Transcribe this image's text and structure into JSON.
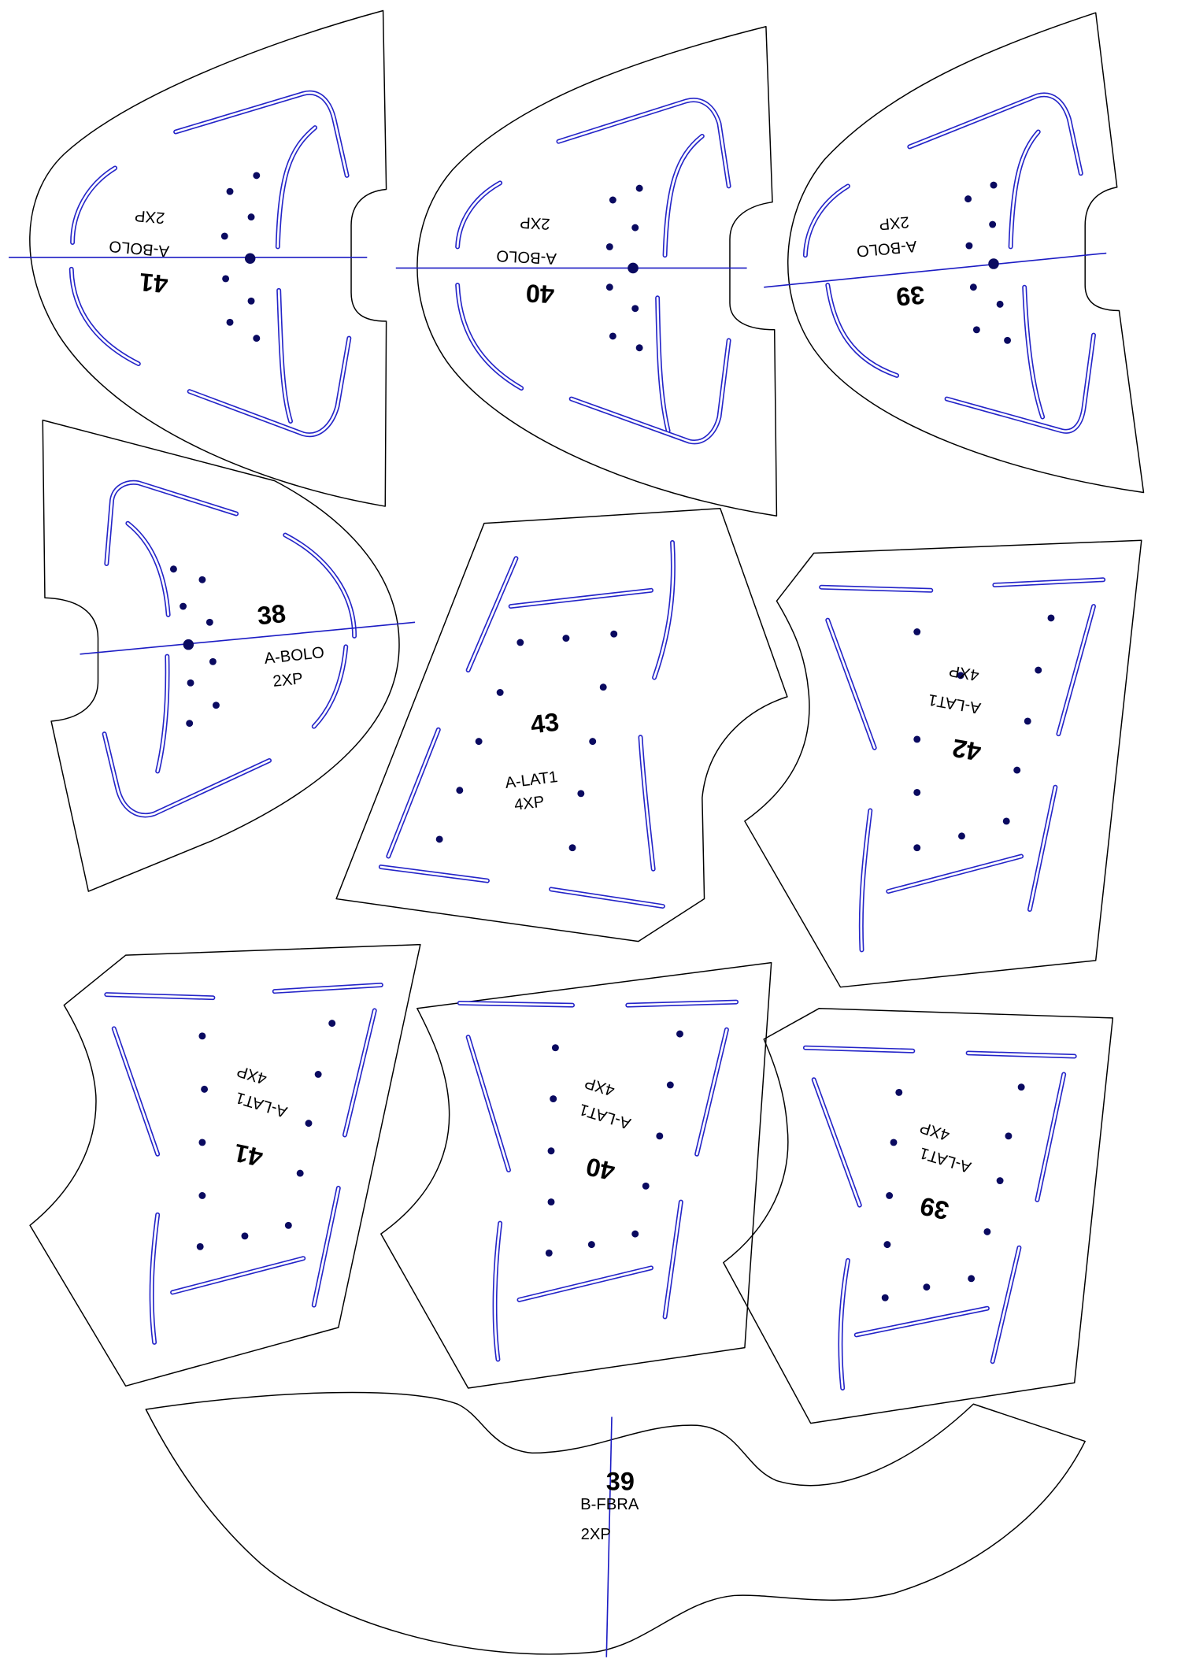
{
  "colors": {
    "outline": "#000000",
    "slot": "#2424c8",
    "dot": "#0a0a60",
    "center_line": "#1c1cc4",
    "background": "#ffffff"
  },
  "pieces": [
    {
      "size": "41",
      "code": "A-BOLO",
      "quantity": "2XP"
    },
    {
      "size": "40",
      "code": "A-BOLO",
      "quantity": "2XP"
    },
    {
      "size": "39",
      "code": "A-BOLO",
      "quantity": "2XP"
    },
    {
      "size": "38",
      "code": "A-BOLO",
      "quantity": "2XP"
    },
    {
      "size": "43",
      "code": "A-LAT1",
      "quantity": "4XP"
    },
    {
      "size": "42",
      "code": "A-LAT1",
      "quantity": "4XP"
    },
    {
      "size": "41",
      "code": "A-LAT1",
      "quantity": "4XP"
    },
    {
      "size": "40",
      "code": "A-LAT1",
      "quantity": "4XP"
    },
    {
      "size": "39",
      "code": "A-LAT1",
      "quantity": "4XP"
    },
    {
      "size": "39",
      "code": "B-FBRA",
      "quantity": "2XP"
    }
  ]
}
